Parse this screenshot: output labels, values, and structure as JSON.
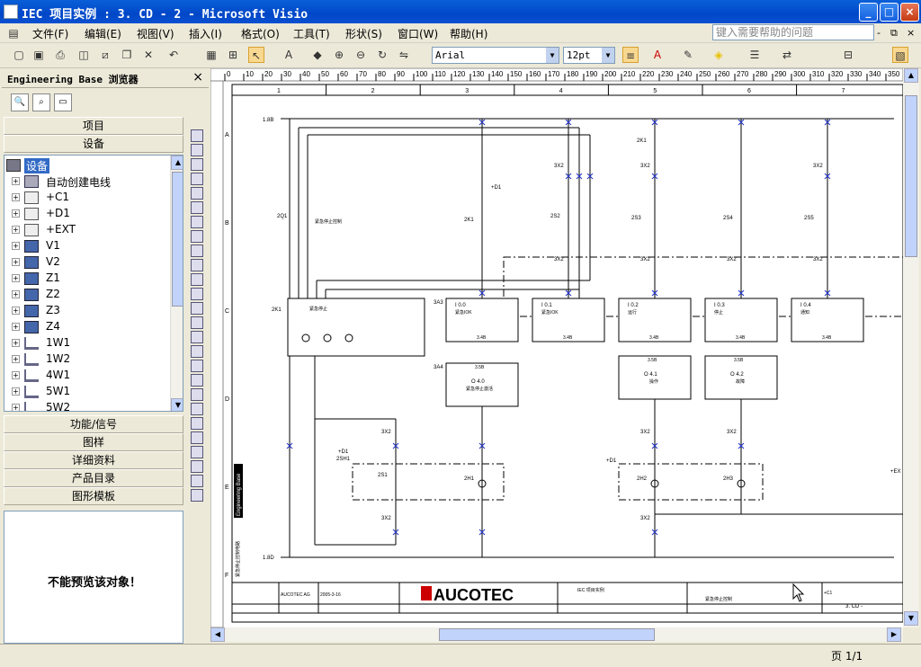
{
  "window": {
    "title": "IEC 项目实例 : 3. CD - 2 - Microsoft Visio"
  },
  "window_buttons": {
    "min": "_",
    "max": "□",
    "close": "×"
  },
  "menu": {
    "items": [
      "文件(F)",
      "编辑(E)",
      "视图(V)",
      "插入(I)",
      "格式(O)",
      "工具(T)",
      "形状(S)",
      "窗口(W)",
      "帮助(H)"
    ]
  },
  "help": {
    "placeholder": "键入需要帮助的问题"
  },
  "mdi": {
    "min": "-",
    "restore": "⧉",
    "close": "×"
  },
  "format": {
    "font": "Arial",
    "size": "12pt"
  },
  "panel": {
    "title": "Engineering Base 浏览器",
    "close": "×",
    "sections_top": [
      "项目",
      "设备"
    ],
    "sections_bottom": [
      "功能/信号",
      "图样",
      "详细资料",
      "产品目录",
      "图形模板"
    ],
    "preview_text": "不能预览该对象！"
  },
  "tree": {
    "root": "设备",
    "items": [
      {
        "label": "自动创建电线",
        "icon": "auto-wire-icon"
      },
      {
        "label": "+C1",
        "icon": "cabinet-icon"
      },
      {
        "label": "+D1",
        "icon": "cabinet-icon"
      },
      {
        "label": "+EXT",
        "icon": "cabinet-icon"
      },
      {
        "label": "V1",
        "icon": "device-icon"
      },
      {
        "label": "V2",
        "icon": "device-icon"
      },
      {
        "label": "Z1",
        "icon": "device-icon"
      },
      {
        "label": "Z2",
        "icon": "device-icon"
      },
      {
        "label": "Z3",
        "icon": "device-icon"
      },
      {
        "label": "Z4",
        "icon": "device-icon"
      },
      {
        "label": "1W1",
        "icon": "cable-icon"
      },
      {
        "label": "1W2",
        "icon": "cable-icon"
      },
      {
        "label": "4W1",
        "icon": "cable-icon"
      },
      {
        "label": "5W1",
        "icon": "cable-icon"
      },
      {
        "label": "5W2",
        "icon": "cable-icon"
      }
    ]
  },
  "ruler": {
    "h": [
      "0",
      "10",
      "20",
      "30",
      "40",
      "50",
      "60",
      "70",
      "80",
      "90",
      "100",
      "110",
      "120",
      "130",
      "140",
      "150",
      "160",
      "170",
      "180",
      "190",
      "200",
      "210",
      "220",
      "230",
      "240",
      "250",
      "260",
      "270",
      "280",
      "290",
      "300",
      "310",
      "320",
      "330",
      "340",
      "350"
    ]
  },
  "drawing": {
    "columns": [
      "1",
      "2",
      "3",
      "4",
      "5",
      "6",
      "7"
    ],
    "rows": [
      "A",
      "B",
      "C",
      "D",
      "E",
      "F"
    ],
    "rail_top": "1.8B",
    "rail_bottom": "1.8D",
    "plc_label": "2K1",
    "plc_title": "紧急停止",
    "inputs": [
      {
        "addr": "I 0.0",
        "text": "紧急IOK",
        "ref": "3.4B"
      },
      {
        "addr": "I 0.1",
        "text": "紧急IOK",
        "ref": "3.4B"
      },
      {
        "addr": "I 0.2",
        "text": "运行",
        "ref": "3.4B"
      },
      {
        "addr": "I 0.3",
        "text": "停止",
        "ref": "3.4B"
      },
      {
        "addr": "I 0.4",
        "text": "通知",
        "ref": "3.4B"
      }
    ],
    "outputs": [
      {
        "addr": "O 4.0",
        "text": "紧急停止激活",
        "ref": "3.5B"
      },
      {
        "addr": "O 4.1",
        "text": "操作",
        "ref": "3.5B"
      },
      {
        "addr": "O 4.2",
        "text": "故障",
        "ref": "3.5B"
      }
    ],
    "tags": {
      "3a3": "3A3",
      "3a4": "3A4",
      "x2": "3X2",
      "k1": "2K1",
      "q1": "2Q1",
      "s1": "2S1",
      "s2": "2S2",
      "s3": "2S3",
      "s4": "2S4",
      "s5": "2S5",
      "h1": "2H1",
      "h2": "2H2",
      "h3": "2H3",
      "d1": "+D1",
      "sh1": "2SH1",
      "ext": "+EX"
    },
    "notes": {
      "stop_ctrl": "紧急停止控制",
      "brand": "Engineering Base",
      "side": "紧急停止控制电路"
    },
    "titleblock": {
      "company": "AUCOTEC",
      "maker": "AUCOTEC AG",
      "date": "2005-3-16",
      "project": "IEC 项目实例",
      "title": "紧急停止控制",
      "loc": "+C1",
      "doc": "3. CD -"
    }
  },
  "status": {
    "page": "页 1/1"
  }
}
